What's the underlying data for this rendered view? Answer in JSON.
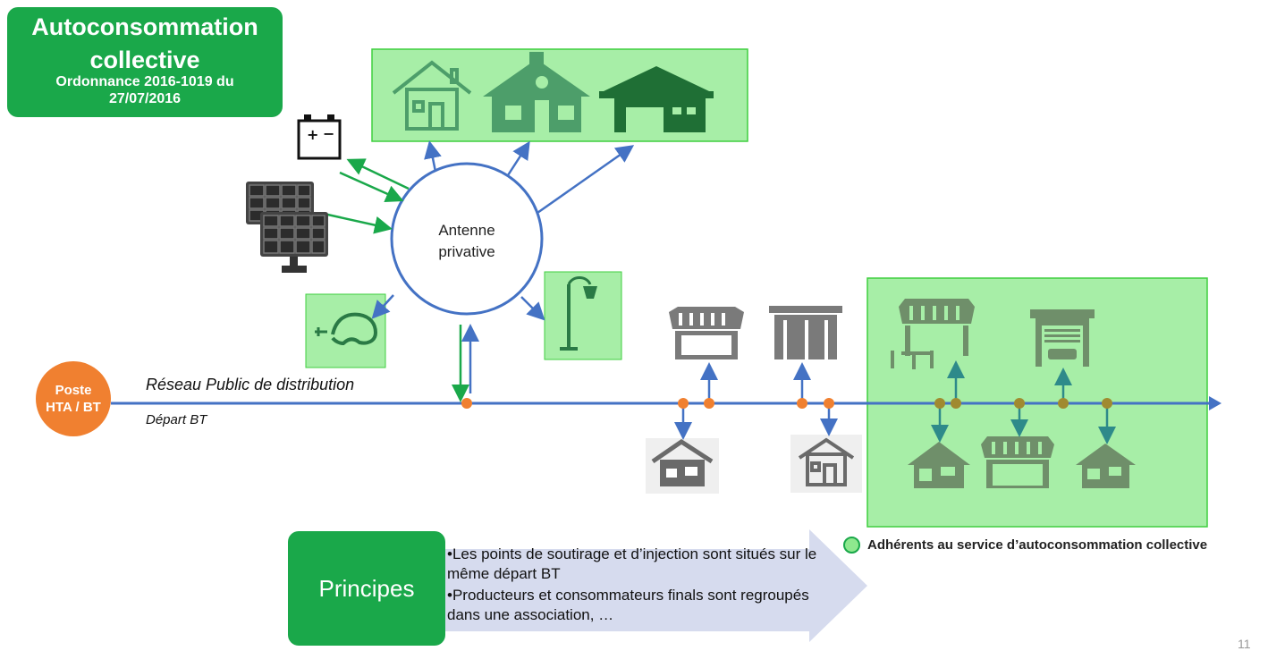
{
  "title": {
    "line1": "Autoconsommation",
    "line2": "collective",
    "line3": "Ordonnance 2016-1019 du",
    "line4": "27/07/2016"
  },
  "antenne": {
    "line1": "Antenne",
    "line2": "privative"
  },
  "network": {
    "reseau_label": "Réseau Public de distribution",
    "depart_label": "Départ BT"
  },
  "poste": {
    "line1": "Poste",
    "line2": "HTA / BT"
  },
  "legend": {
    "label": "Adhérents au service d’autoconsommation  collective"
  },
  "principes": {
    "title": "Principes",
    "bullets": [
      "•Les points de soutirage et d’injection sont situés sur le même départ BT",
      "•Producteurs et consommateurs finals sont regroupés dans une association, …"
    ]
  },
  "page_number": "11",
  "colors": {
    "green_box": "#1aa84a",
    "light_green": "#8ee88e",
    "blue_line": "#4472c4",
    "orange_node": "#f08030",
    "olive_node": "#a08a30",
    "teal_arrow": "#2e8a8a",
    "gray_icon": "#7a7a7a",
    "arrow_shape": "#d6dbee"
  },
  "icons": [
    "battery-icon",
    "solar-panel-icon",
    "electric-car-icon",
    "street-lamp-icon",
    "house-icon",
    "school-icon",
    "warehouse-icon",
    "shop-icon",
    "store-icon",
    "cafe-icon",
    "garage-icon"
  ]
}
